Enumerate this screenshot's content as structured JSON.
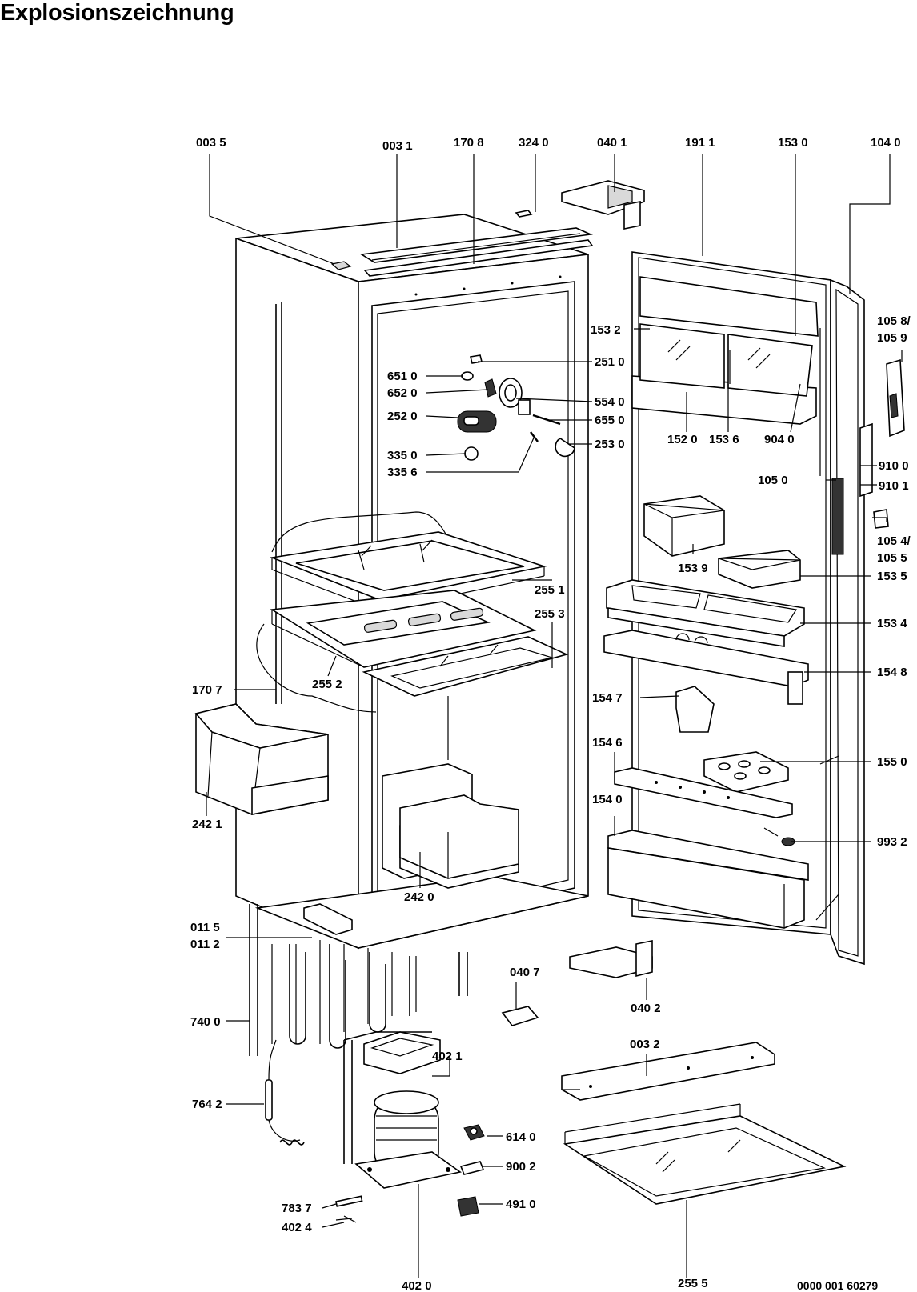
{
  "title": "Explosionszeichnung",
  "doc_number": "0000 001 60279",
  "parts": {
    "p0035": "003 5",
    "p0031": "003 1",
    "p1708": "170 8",
    "p3240": "324 0",
    "p0401": "040 1",
    "p1911": "191 1",
    "p1530": "153 0",
    "p1040": "104 0",
    "p1532": "153 2",
    "p2510": "251 0",
    "p6510": "651 0",
    "p6520": "652 0",
    "p5540": "554 0",
    "p2520": "252 0",
    "p6550": "655 0",
    "p2530": "253 0",
    "p3350": "335 0",
    "p3356": "335 6",
    "p1520": "152 0",
    "p1536": "153 6",
    "p9040": "904 0",
    "p1058": "105 8/",
    "p1059": "105 9",
    "p9100": "910 0",
    "p9101": "910 1",
    "p1050": "105 0",
    "p1054": "105 4/",
    "p1055": "105 5",
    "p1539": "153 9",
    "p1535": "153 5",
    "p2551": "255 1",
    "p2553": "255 3",
    "p1534": "153 4",
    "p1548": "154 8",
    "p2552": "255 2",
    "p1707": "170 7",
    "p1547": "154 7",
    "p1546": "154 6",
    "p1550": "155 0",
    "p2421": "242 1",
    "p1540": "154 0",
    "p9932": "993 2",
    "p2420": "242 0",
    "p0115": "011 5",
    "p0112": "011 2",
    "p0407": "040 7",
    "p0402": "040 2",
    "p7400": "740 0",
    "p0032": "003 2",
    "p4021": "402 1",
    "p7642": "764 2",
    "p6140": "614 0",
    "p9002": "900 2",
    "p4910": "491 0",
    "p7837": "783 7",
    "p4024": "402 4",
    "p4020": "402 0",
    "p2555": "255 5"
  }
}
